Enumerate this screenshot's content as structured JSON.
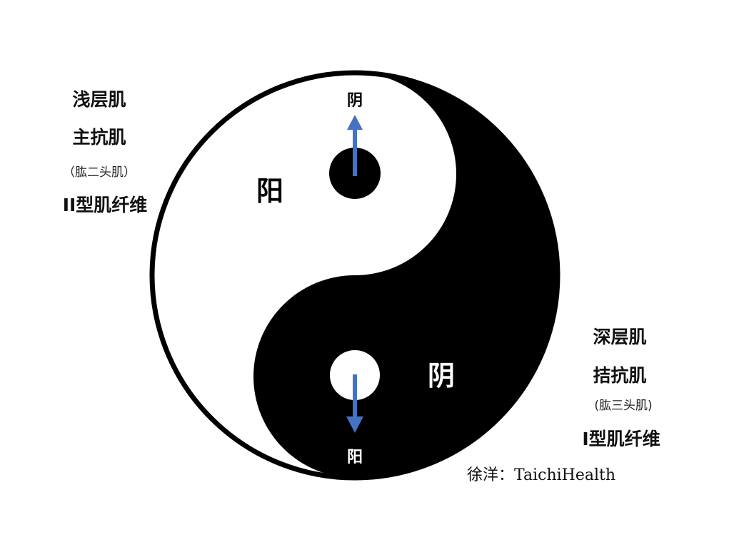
{
  "diagram": {
    "title": "Yin-Yang muscle diagram",
    "colors": {
      "yin": "#000000",
      "yang": "#ffffff",
      "arrow": "#4472C4",
      "outline": "#000000"
    },
    "left_panel": {
      "line1": "浅层肌",
      "line2": "主抗肌",
      "line3": "（肱二头肌）",
      "line4": "II型肌纤维"
    },
    "right_panel": {
      "line1": "深层肌",
      "line2": "拮抗肌",
      "line3": "(肱三头肌)",
      "line4": "I型肌纤维"
    },
    "symbol": {
      "yang_big_label": "阳",
      "yin_big_label": "阴",
      "top_arrow_label": "阴",
      "bottom_arrow_label": "阳",
      "top_arrow_direction": "up",
      "bottom_arrow_direction": "down"
    },
    "credit": "徐洋：TaichiHealth"
  }
}
